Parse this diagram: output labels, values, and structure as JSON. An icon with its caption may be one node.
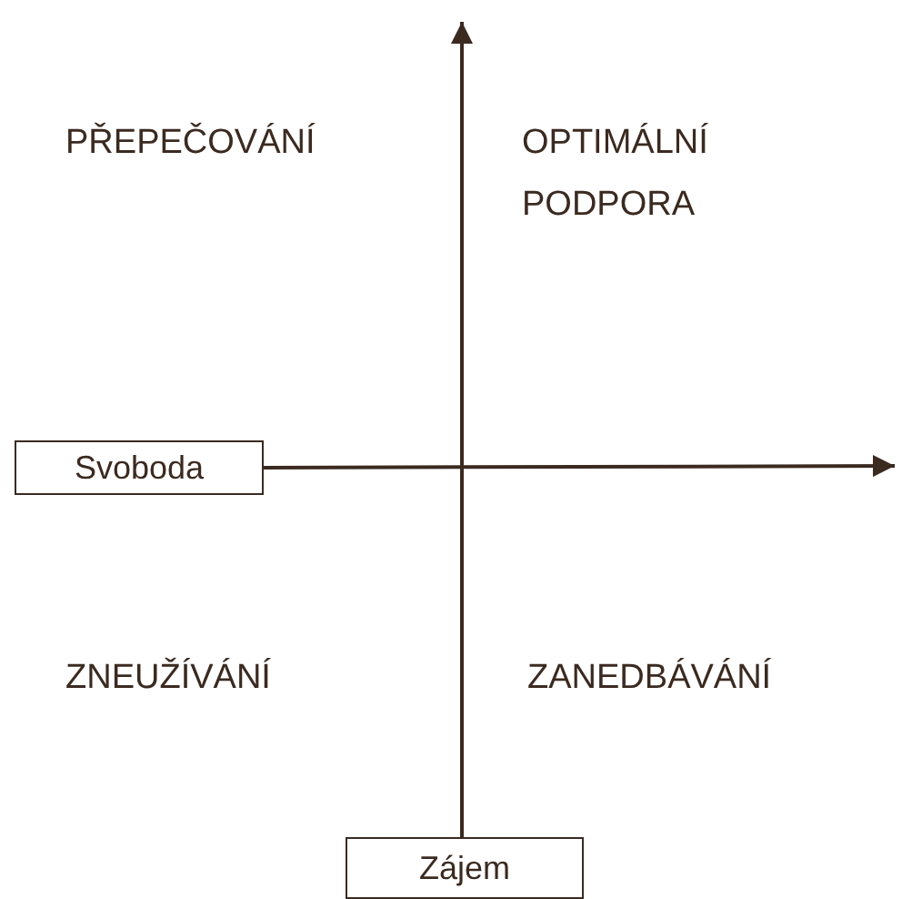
{
  "diagram": {
    "nodes": [
      {
        "text": [
          "Svoboda"
        ]
      },
      {
        "text": [
          "Zájem"
        ]
      }
    ],
    "edges": [
      {
        "from": 0,
        "to": null,
        "arrow": "to"
      },
      {
        "from": 1,
        "to": null,
        "arrow": "to"
      }
    ],
    "labels": [
      "PŘEPEČOVÁNÍ",
      "OPTIMÁLNÍ PODPORA",
      "ZNEUŽÍVÁNÍ",
      "ZANEDBÁVÁNÍ"
    ]
  }
}
